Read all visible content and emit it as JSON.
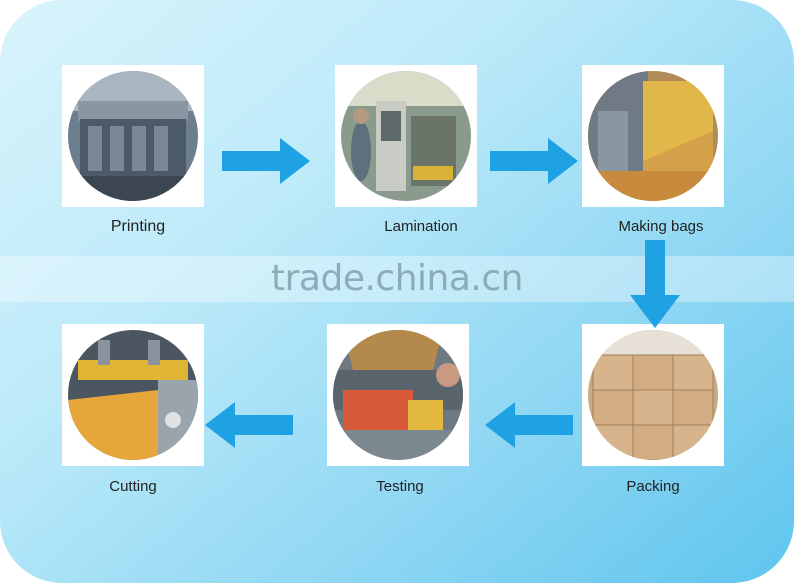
{
  "watermark": "trade.china.cn",
  "steps": [
    {
      "label": "Printing",
      "icon": "printing-machine-photo"
    },
    {
      "label": "Lamination",
      "icon": "lamination-machine-photo"
    },
    {
      "label": "Making bags",
      "icon": "bag-making-machine-photo"
    },
    {
      "label": "Packing",
      "icon": "packing-boxes-photo"
    },
    {
      "label": "Testing",
      "icon": "testing-station-photo"
    },
    {
      "label": "Cutting",
      "icon": "cutting-machine-photo"
    }
  ],
  "colors": {
    "arrow": "#1fa2e3",
    "panel_light": "#d9f4fc",
    "panel_dark": "#5ec5ee"
  }
}
